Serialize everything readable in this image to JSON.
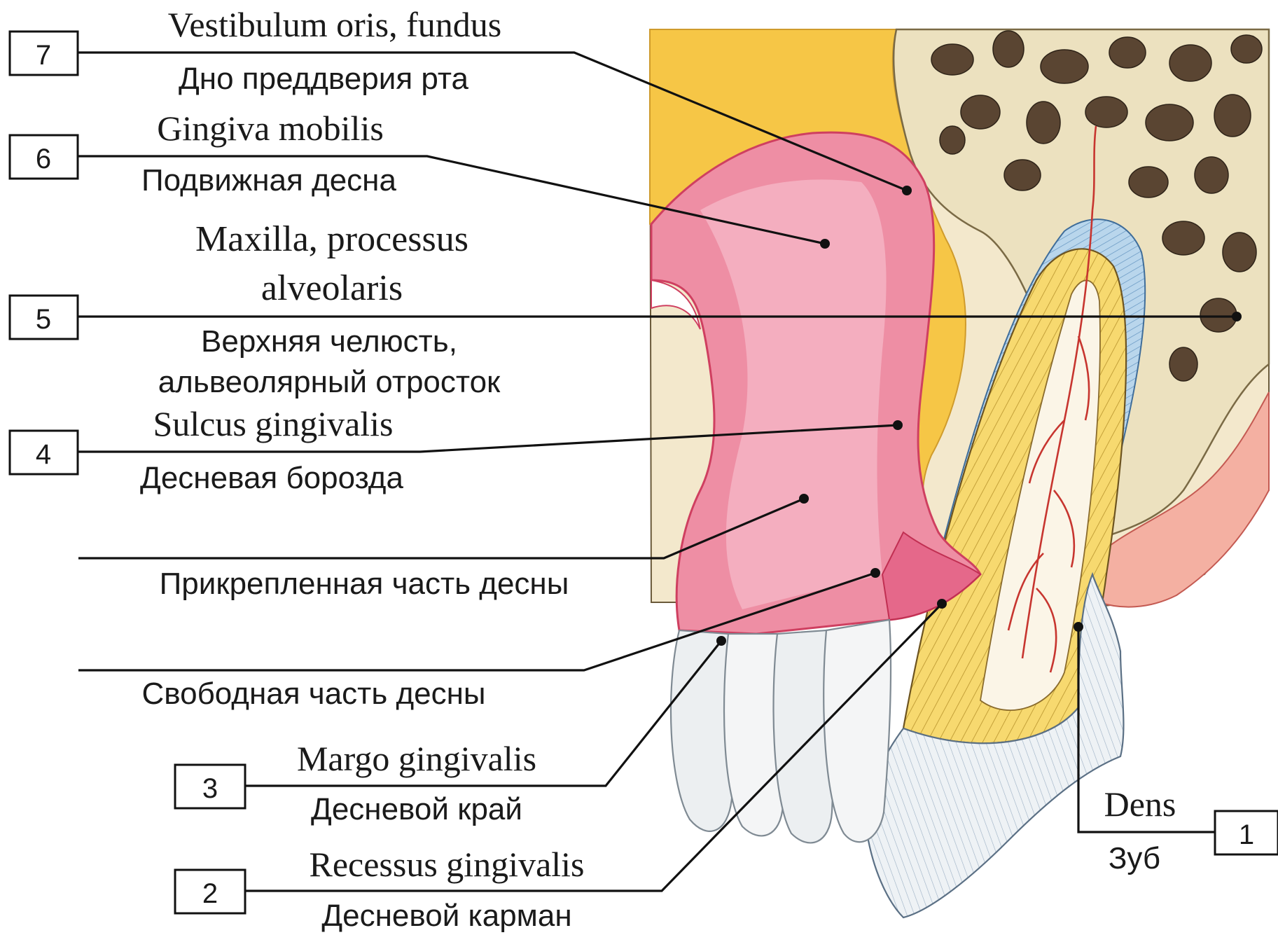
{
  "labels": [
    {
      "number": "7",
      "latin": "Vestibulum oris, fundus",
      "russian": [
        "Дно преддверия рта"
      ]
    },
    {
      "number": "6",
      "latin": "Gingiva mobilis",
      "russian": [
        "Подвижная десна"
      ]
    },
    {
      "number": "5",
      "latin": [
        "Maxilla, processus",
        "alveolaris"
      ],
      "russian": [
        "Верхняя челюсть,",
        "альвеолярный отросток"
      ]
    },
    {
      "number": "4",
      "latin": "Sulcus gingivalis",
      "russian": [
        "Десневая борозда"
      ]
    },
    {
      "number": "",
      "latin": "",
      "russian": [
        "Прикрепленная часть десны"
      ]
    },
    {
      "number": "",
      "latin": "",
      "russian": [
        "Свободная часть десны"
      ]
    },
    {
      "number": "3",
      "latin": "Margo gingivalis",
      "russian": [
        "Десневой край"
      ]
    },
    {
      "number": "2",
      "latin": "Recessus gingivalis",
      "russian": [
        "Десневой карман"
      ]
    },
    {
      "number": "1",
      "latin": "Dens",
      "russian": [
        "Зуб"
      ]
    }
  ],
  "colors": {
    "gum_pink": "#ec7f99",
    "gum_light": "#f7b3c1",
    "gum_edge": "#d2405f",
    "fat_yellow": "#f6c646",
    "bone_cream": "#efe6c8",
    "bone_cavity": "#5e4a36",
    "ligament_blue": "#a9cce6",
    "dentin_yellow": "#ecd36a",
    "pulp_white": "#fbf6ea",
    "vessel_red": "#c7352f",
    "enamel": "#eef1f3"
  }
}
